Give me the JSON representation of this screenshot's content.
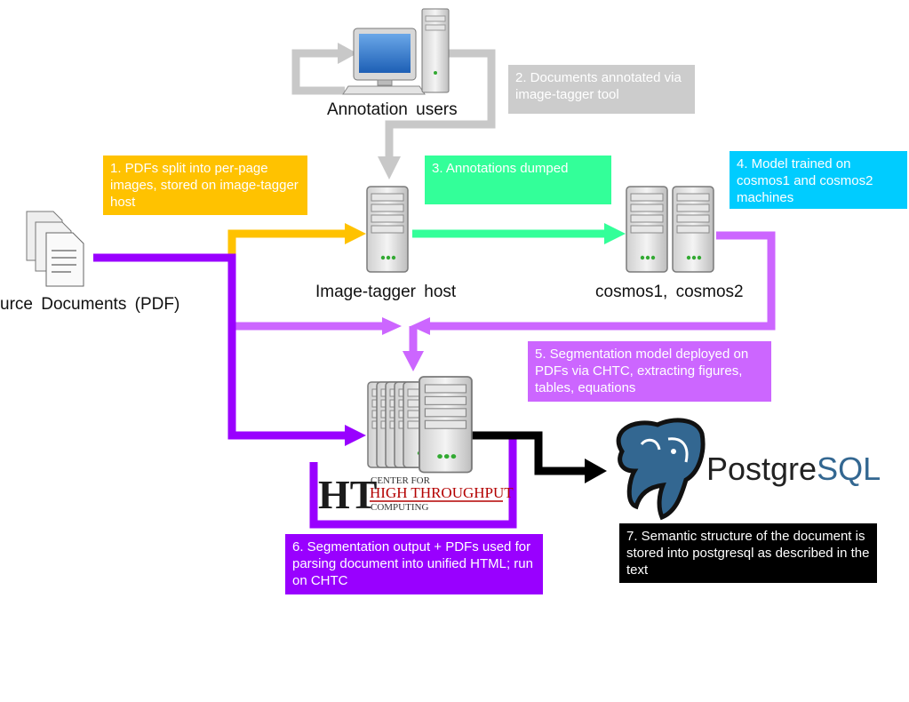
{
  "diagram": {
    "nodes": {
      "source_docs": "urce Documents (PDF)",
      "annotation_users": "Annotation users",
      "image_tagger_host": "Image-tagger host",
      "cosmos": "cosmos1, cosmos2",
      "chtc_logo": {
        "monogram": "HT",
        "line1": "CENTER FOR",
        "line2": "HIGH THROUGHPUT",
        "line3": "COMPUTING"
      },
      "postgres_logo": {
        "word1": "Postgre",
        "word2": "SQL"
      }
    },
    "steps": [
      {
        "id": "1",
        "text": "1. PDFs split into per-page images, stored on image-tagger host",
        "color": "#ffc200"
      },
      {
        "id": "2",
        "text": "2. Documents annotated via image-tagger tool",
        "color": "#cccccc"
      },
      {
        "id": "3",
        "text": "3. Annotations dumped",
        "color": "#33ff99"
      },
      {
        "id": "4",
        "text": "4. Model trained on cosmos1 and cosmos2 machines",
        "color": "#00ccff"
      },
      {
        "id": "5",
        "text": "5. Segmentation model deployed on PDFs via CHTC, extracting figures, tables, equations",
        "color": "#cc66ff"
      },
      {
        "id": "6",
        "text": "6. Segmentation output + PDFs used for parsing document into unified HTML; run on CHTC",
        "color": "#9900ff"
      },
      {
        "id": "7",
        "text": "7. Semantic structure of the document is stored into postgresql as described in the text",
        "color": "#000000"
      }
    ],
    "flow_colors": {
      "gray": "#c8c8c8",
      "yellow": "#ffc200",
      "green": "#33ff99",
      "lavender": "#cc66ff",
      "purple": "#9900ff",
      "black": "#000000"
    }
  }
}
